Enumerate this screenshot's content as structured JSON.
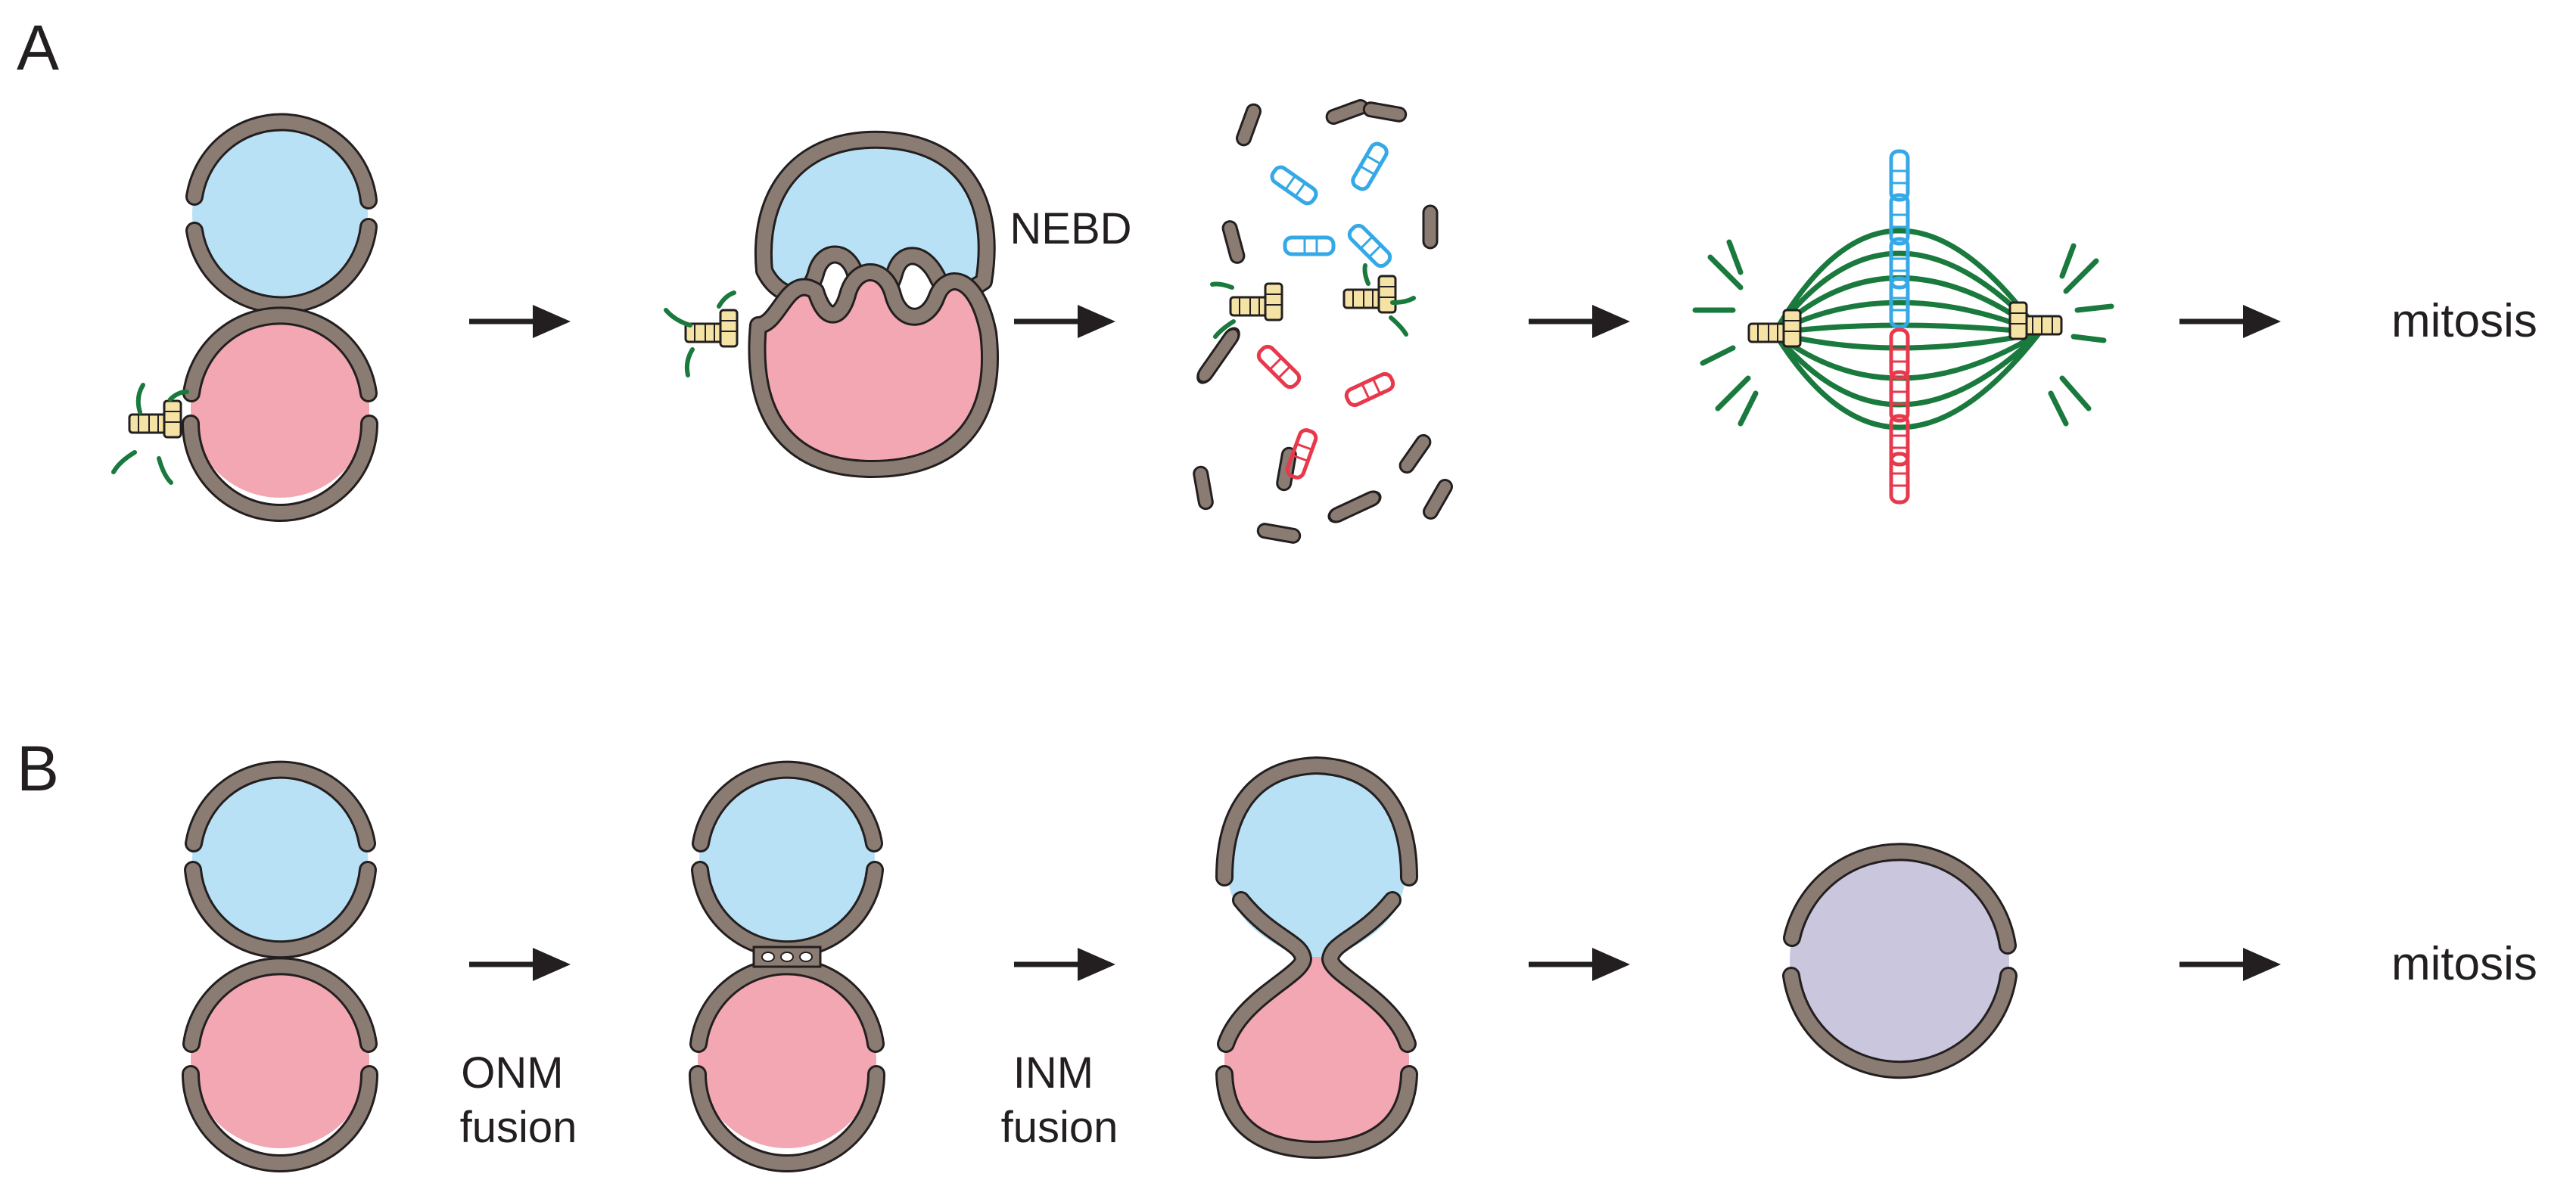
{
  "panels": [
    {
      "letter": "A",
      "arrow_labels": [
        "",
        "NEBD",
        "",
        ""
      ],
      "end_label": "mitosis"
    },
    {
      "letter": "B",
      "arrow_labels": [
        "ONM\nfusion",
        "INM\nfusion",
        "",
        ""
      ],
      "end_label": "mitosis"
    }
  ],
  "colors": {
    "membrane": "#8a7c72",
    "outline": "#231f20",
    "nucleus_top": "#b9e1f5",
    "nucleus_bottom": "#f2a7b2",
    "nucleus_fused": "#cac6dd",
    "centrosome": "#f4e3a5",
    "microtubule": "#1a7a3e",
    "chromosome_blue": "#35a9e6",
    "chromosome_red": "#e8384c",
    "arrow": "#231f20"
  },
  "icons": [
    "arrow-right-icon",
    "centrosome-icon",
    "chromosome-icon",
    "spindle-icon"
  ]
}
